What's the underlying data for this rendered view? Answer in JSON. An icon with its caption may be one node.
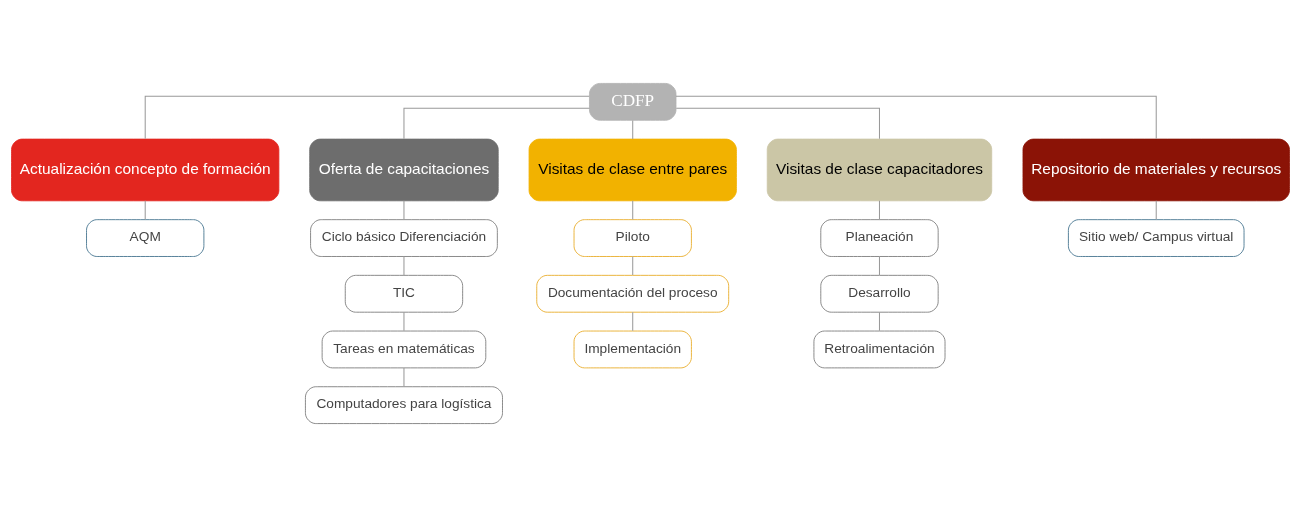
{
  "diagram": {
    "nodes": [
      {
        "text": [
          "CDFP"
        ]
      },
      {
        "text": [
          "Actualización concepto de formación"
        ]
      },
      {
        "text": [
          "Oferta de capacitaciones"
        ]
      },
      {
        "text": [
          "Visitas de clase entre pares"
        ]
      },
      {
        "text": [
          "Visitas de clase capacitadores"
        ]
      },
      {
        "text": [
          "Repositorio de materiales y recursos"
        ]
      },
      {
        "text": [
          "AQM"
        ]
      },
      {
        "text": [
          "Ciclo básico Diferenciación"
        ]
      },
      {
        "text": [
          "TIC"
        ]
      },
      {
        "text": [
          "Tareas en matemáticas"
        ]
      },
      {
        "text": [
          "Computadores para logística"
        ]
      },
      {
        "text": [
          "Piloto"
        ]
      },
      {
        "text": [
          "Documentación del proceso"
        ]
      },
      {
        "text": [
          "Implementación"
        ]
      },
      {
        "text": [
          "Planeación"
        ]
      },
      {
        "text": [
          "Desarrollo"
        ]
      },
      {
        "text": [
          "Retroalimentación"
        ]
      },
      {
        "text": [
          "Sitio web/ Campus virtual"
        ]
      }
    ],
    "edges": [
      {
        "from": 0,
        "to": 1,
        "arrow": "none"
      },
      {
        "from": 0,
        "to": 2,
        "arrow": "none"
      },
      {
        "from": 0,
        "to": 3,
        "arrow": "none"
      },
      {
        "from": 0,
        "to": 4,
        "arrow": "none"
      },
      {
        "from": 0,
        "to": 5,
        "arrow": "none"
      },
      {
        "from": 1,
        "to": 6,
        "arrow": "none"
      },
      {
        "from": 2,
        "to": 7,
        "arrow": "none"
      },
      {
        "from": 7,
        "to": 8,
        "arrow": "none"
      },
      {
        "from": 8,
        "to": 9,
        "arrow": "none"
      },
      {
        "from": 9,
        "to": 10,
        "arrow": "none"
      },
      {
        "from": 3,
        "to": 11,
        "arrow": "none"
      },
      {
        "from": 11,
        "to": 12,
        "arrow": "none"
      },
      {
        "from": 12,
        "to": 13,
        "arrow": "none"
      },
      {
        "from": 4,
        "to": 14,
        "arrow": "none"
      },
      {
        "from": 14,
        "to": 15,
        "arrow": "none"
      },
      {
        "from": 15,
        "to": 16,
        "arrow": "none"
      },
      {
        "from": 5,
        "to": 17,
        "arrow": "none"
      }
    ]
  }
}
